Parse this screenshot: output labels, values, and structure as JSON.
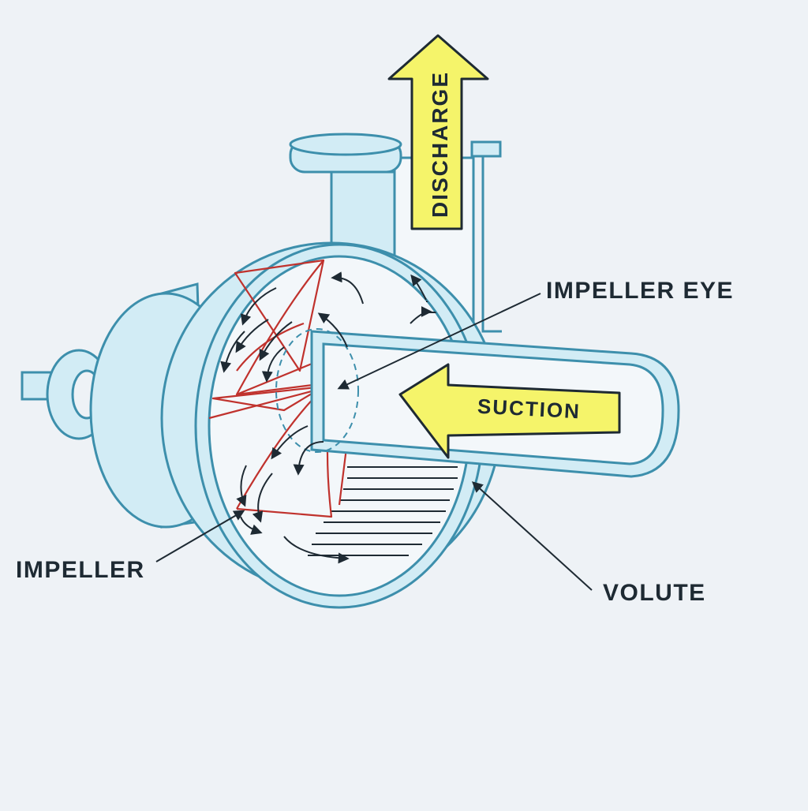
{
  "labels": {
    "discharge": "DISCHARGE",
    "suction": "SUCTION",
    "impeller_eye": "IMPELLER EYE",
    "impeller": "IMPELLER",
    "volute": "VOLUTE"
  },
  "colors": {
    "background": "#eef2f6",
    "pump_fill": "#d2ecf5",
    "pump_outline": "#3d8fac",
    "interior": "#f3f7fa",
    "impeller_blades": "#c0322d",
    "flow_arrow_fill": "#f5f46a",
    "flow_arrows": "#1e2a33",
    "callout_lines": "#1e2a33"
  }
}
